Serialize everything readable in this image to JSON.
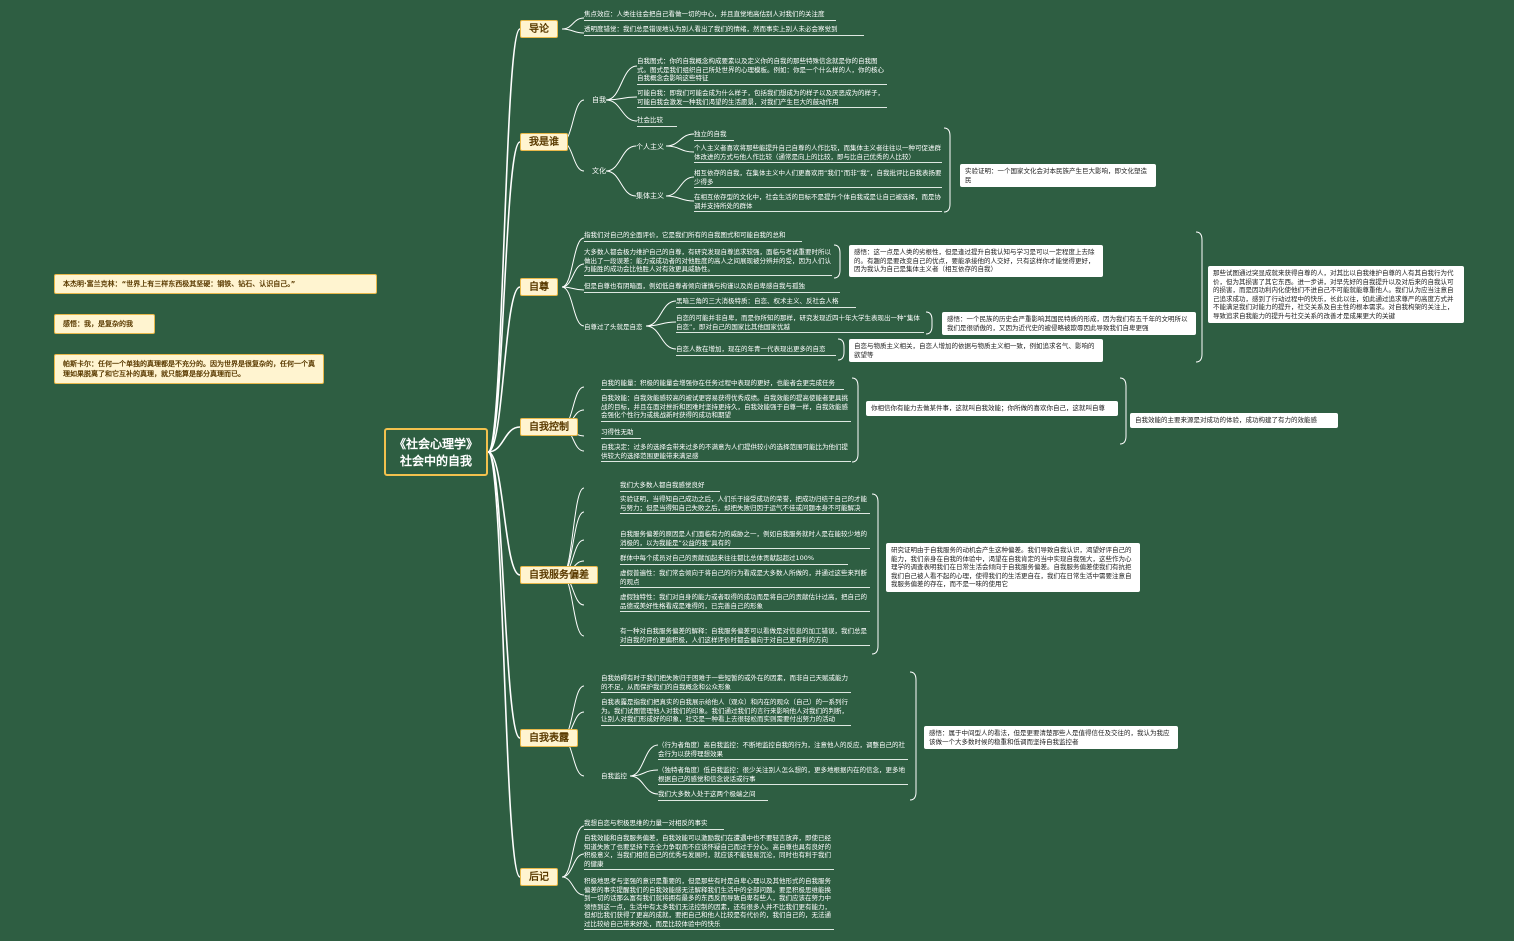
{
  "root": {
    "line1": "《社会心理学》",
    "line2": "社会中的自我"
  },
  "quotes": [
    "本杰明·富兰克林：“世界上有三样东西极其坚硬：钢铁、钻石、认识自己。”",
    "感悟：我，是复杂的我",
    "帕斯卡尔：任何一个单独的真理都是不充分的。因为世界是很复杂的，任何一个真理如果脱离了和它互补的真理，就只能算是部分真理而已。"
  ],
  "topics": {
    "daolun": "导论",
    "woshishei": "我是谁",
    "zizun": "自尊",
    "zikong": "自我控制",
    "zifu": "自我服务偏差",
    "zibiao": "自我表露",
    "houji": "后记"
  },
  "daolun": [
    "焦点效应：人类往往会把自己看做一切的中心，并且直觉地高估别人对我们的关注度",
    "透明度错觉：我们总是错误地认为别人看出了我们的情绪，然而事实上别人未必会察觉到"
  ],
  "woshishei": {
    "self_label": "自我",
    "self_items": [
      "自我图式：你的自我概念构成要素以及定义你的自我的那些特殊信念就是你的自我图式。图式是我们组织自己所处世界的心理模板。例如：你是一个什么样的人，你的核心自我概念会影响这些特征",
      "可能自我：即我们可能会成为什么样子，包括我们想成为的样子以及厌恶成为的样子，可能自我会激发一种我们渴望的生活愿景，对我们产生巨大的鼓动作用",
      "社会比较"
    ],
    "culture_label": "文化",
    "individualism_label": "个人主义",
    "individualism_items": [
      "独立的自我",
      "个人主义者喜欢将那些能提升自己自尊的人作比较，而集体主义者往往以一种可促进群体改进的方式与他人作比较（通常是向上的比较，即与比自己优秀的人比较）"
    ],
    "collectivism_label": "集体主义",
    "collectivism_items": [
      "相互依存的自我，在集体主义中人们更喜欢用“我们”而非“我”，自我批评比自我表扬要少得多",
      "在相互依存型的文化中，社会生活的目标不是提升个体自我或是让自己被选择，而是协调并支持所处的群体"
    ],
    "culture_note": "实验证明：一个国家文化会对本民族产生巨大影响，即文化塑造民"
  },
  "zizun": {
    "intro": "指我们对自己的全面评价，它是我们所有的自我图式和可能自我的总和",
    "item1": "大多数人都会极力维护自己的自尊，有研究发现自尊追求较强，面临与考试重要时所以做出了一段误差：能力或成功者的对他胜度的高人之间展现被分辨并的受，因为人们认为能胜的成功会比他胜人对有效更具威胁性。",
    "item1_note": "感悟：这一点是人类的劣根性，但是逢过提升自我认知与学习是可以一定程度上去除的。有趣的是要改变自己的优点，要能承接他的人交好，只有这样你才能觉得更好，因为我认为自己是集体主义者（相互依存的自我）",
    "item2": "但是自尊也有阴暗面，例如低自尊者倾向谨慎与拘谨以及尚自卑感自我与孤独",
    "excess_label": "自尊过了头就是自恋",
    "excess_items": [
      "黑暗三角的三大消极特质：自恋、权术主义、反社会人格",
      "自恋的可能并非自卑，而是你所知的那样，研究发现近四十年大学生表现出一种“集体自恋”，即对自己的国家比其他国家优越",
      "自恋人数在增加，现在的年青一代表现出更多的自恋"
    ],
    "excess_note1": "感悟：一个民族的历史会严重影响其国民特质的形成，因为我们有五千年的文明所以我们是很骄傲的，又因为近代史的被侵略被欺辱因此导致我们自卑更强",
    "excess_note2": "自恋与物质主义相关，自恋人增加的依据与物质主义相一致，例如追求名气、影响的欲望等",
    "big_note": "那些试图通过突显成就来获得自尊的人，对其比以自我维护自尊的人有其自我行为代价，但为其损害了其它东西。进一步讲，对早先好的自我提升以及对后来的自我认可的损害，而是因功利内化使他们不进自己不可能就能尊重他人。我们认为应当注意自己追求成功，感到了行动过程中的快乐，长此以往，如此通过追求尊严的高度方式并不能满足我们对能力的提升，社交关系及自主性的根本需求。对自我构架的关注上，导致追求自我能力的提升与社交关系的改善才是成果更大的关键"
  },
  "zikong": {
    "items": [
      "自我的能量：积极的能量会增强你在任务过程中表现的更好，也能者会更完成任务",
      "自我效能：自我效能感较高的被试更容易获得优秀成绩。自我效能的提高使能者更具挑战的目标，并且在面对挫折和困难时坚持更持久，自我效能强于自尊一样，自我效能感会强化个性行为或挑战新时获得的成功和期望",
      "习得性无助",
      "自我决定：过多的选择会带来过多的不满意为人们提供较小的选择范围可能比为他们提供较大的选择范围更能带来满足感"
    ],
    "note": "你相信你有能力去做某件事，这就叫自我效能；你所做的喜欢你自己，这就叫自尊",
    "note2": "自我效能的主要来源是对成功的体验，成功构建了有力的效能感"
  },
  "zifu": {
    "intro": "我们大多数人都自我感觉良好",
    "items": [
      "实验证明，当得知自己成功之后，人们乐于接受成功的荣誉，把成功归结于自己的才能与努力；但是当得知自己失败之后，却把失败归因于运气不佳或问题本身不可能解决",
      "自我服务偏差的原因是人们面临有力的威胁之一，例如自我服务就时人是在能较少地的消极的，以为我能是“公益的我”具有的",
      "群体中每个成员对自己的贡献加起来往往都比总体贡献起超过100%",
      "虚假普遍性：我们常会倾向于将自己的行为看成是大多数人所做的，并通过这些来判断的观点",
      "虚假独特性：我们对自身的能力或者取得的成功而是将自己的贡献估计过高，把自己的品德或美好性格看成是难得的，已完善自己的形象",
      "有一种对自我服务偏差的解释：自我服务偏差可以看做是对信息的加工错误，我们总是对自我的评价更偏积极，人们这样评价时都会偏向于对自己更有利的方向"
    ],
    "note": "研究证明由于自我服务的动机会产生这种偏差。我们导致自我认识，渴望好评自己的能力，我们亲身在自我的体验中，渴望在自我肯定的当中实现自我强大，这些作为心理学的调查表明我们在日常生活会倾向于自我服务偏差。自我服务偏差使我们有抗拒我们自己被人看不起的心理，使得我们的生活更自在，我们在日常生活中需要注意自我服务偏差的存在，而不是一味的使用它"
  },
  "zibiao": {
    "items": [
      "自我妨碍有时于我们把失败归于困难于一些短暂的或外在的因素，而非自己天赋或能力的不足，从而保护我们的自我概念和公众形象",
      "自我表露是指我们把真实的自我展示给他人（观众）和内在的观众（自己）的一系列行为。我们试图管理他人对我们的印象。我们通过我们的言行来影响他人对我们的判断，让别人对我们形成好的印象，社交是一种看上去很轻松而实则需要付出努力的活动"
    ],
    "monitor_label": "自我监控",
    "monitor_items": [
      "（行为者角度）高自我监控：不断地监控自我的行为，注意他人的反应，调整自己的社会行为以获得理想效果",
      "（独特者角度）低自我监控：很少关注别人怎么想的，更多地根据内在的信念，更多地根据自己的感觉和信念说话或行事",
      "我们大多数人处于这两个极端之间"
    ],
    "note": "感悟：属于中间型人的看法，但是更要清楚那些人是值得信任及交往的，我认为我应该做一个大多数时候的稳重和低调而坚持自我监控者"
  },
  "houji": {
    "items": [
      "我想自恋与积极思维的力量一对相反的事实",
      "自我效能和自我服务偏差，自我效能可以激励我们在遭遇中也不要轻言放弃，即使已经知道失败了也要坚持下去全力争取而不应该怀疑自己而过于分心。高自尊也具有良好的积极意义，当我们相信自己的优秀与发展时，就应该不能轻易沉沦，同时也有利于我们的健康",
      "积极地思考与坚强的意识是重要的，但是那些有时是自卑心理以及其他形式的自我服务偏差的事实提醒我们的自我效能感无法解释我们生活中的全部问题。要是积极思维能换到一切的话那么富有我们就将拥有最多的东西反而导致自卑有些人，我们应该在努力中领悟到这一点，生活中有太多我们无法控制的因素，还有很多人并不比我们更有能力，但却比我们获得了更高的成就，要把自己和他人比较是有代价的，我们自己的，无法通过比较给自己带来好处，而是比较体验中的快乐"
    ]
  }
}
